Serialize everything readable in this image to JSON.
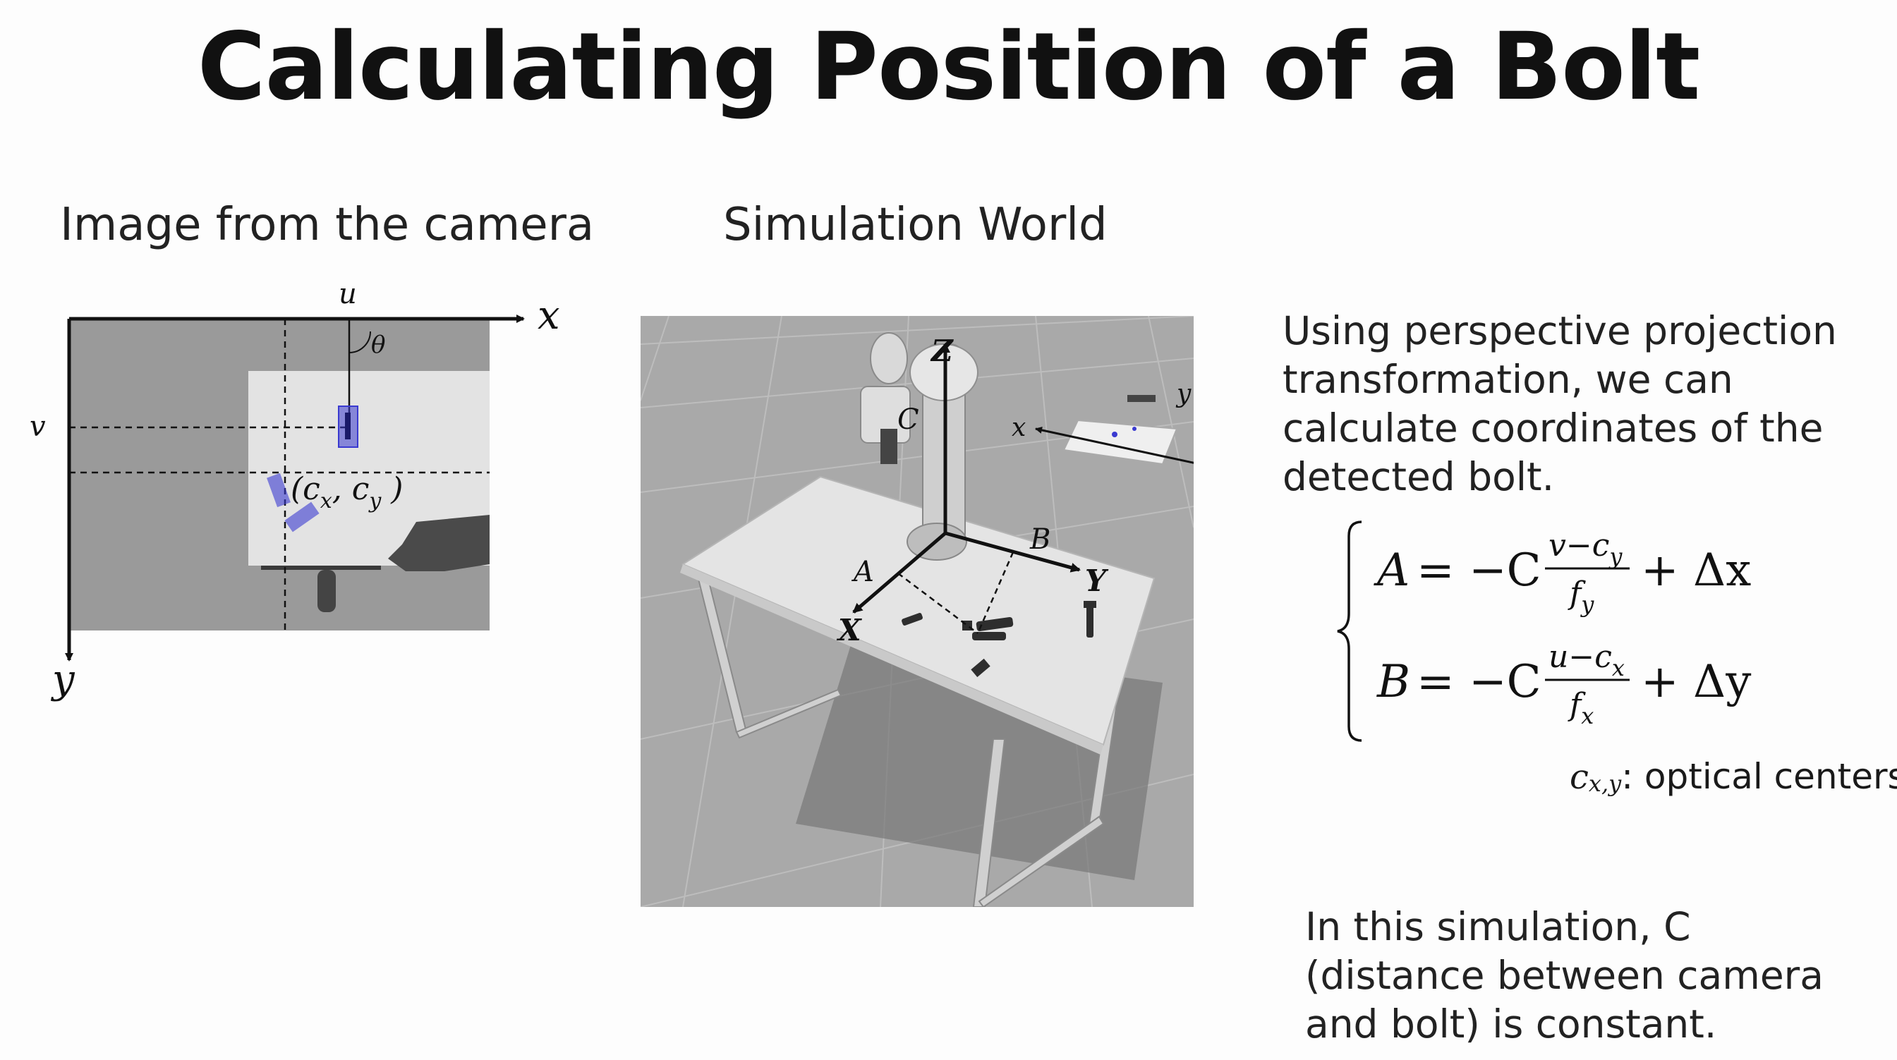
{
  "slide": {
    "title": "Calculating Position of a Bolt"
  },
  "camera_panel": {
    "heading": "Image from the camera",
    "axis_labels": {
      "x": "x",
      "y": "y",
      "u": "u",
      "v": "v",
      "theta": "θ"
    },
    "center_label": "(c",
    "center_sub_x": "x",
    "center_mid": ", c",
    "center_sub_y": "y",
    "center_close": " )"
  },
  "world_panel": {
    "heading": "Simulation World",
    "labels": {
      "Z": "Z",
      "X": "X",
      "Y": "Y",
      "A": "A",
      "B": "B",
      "C": "C",
      "x": "x",
      "y": "y"
    }
  },
  "explanation": {
    "text": "Using perspective projection transformation, we can calculate coordinates of the detected bolt.",
    "eq1": {
      "lhs": "A",
      "mid": "= −C",
      "num": "v−c",
      "num_sub": "y",
      "den": "f",
      "den_sub": "y",
      "rhs": "+ Δx"
    },
    "eq2": {
      "lhs": "B",
      "mid": "= −C",
      "num": "u−c",
      "num_sub": "x",
      "den": "f",
      "den_sub": "x",
      "rhs": "+ Δy"
    },
    "footnote_symbol": "c",
    "footnote_sub": "x,y",
    "footnote_text": ": optical centers",
    "note": "In this simulation, C (distance between camera and bolt) is constant."
  },
  "colors": {
    "bolt_highlight": "#3a3ad0",
    "camera_background": "#999999",
    "table_surface": "#e2e2e2",
    "floor": "#a8a8a8"
  }
}
